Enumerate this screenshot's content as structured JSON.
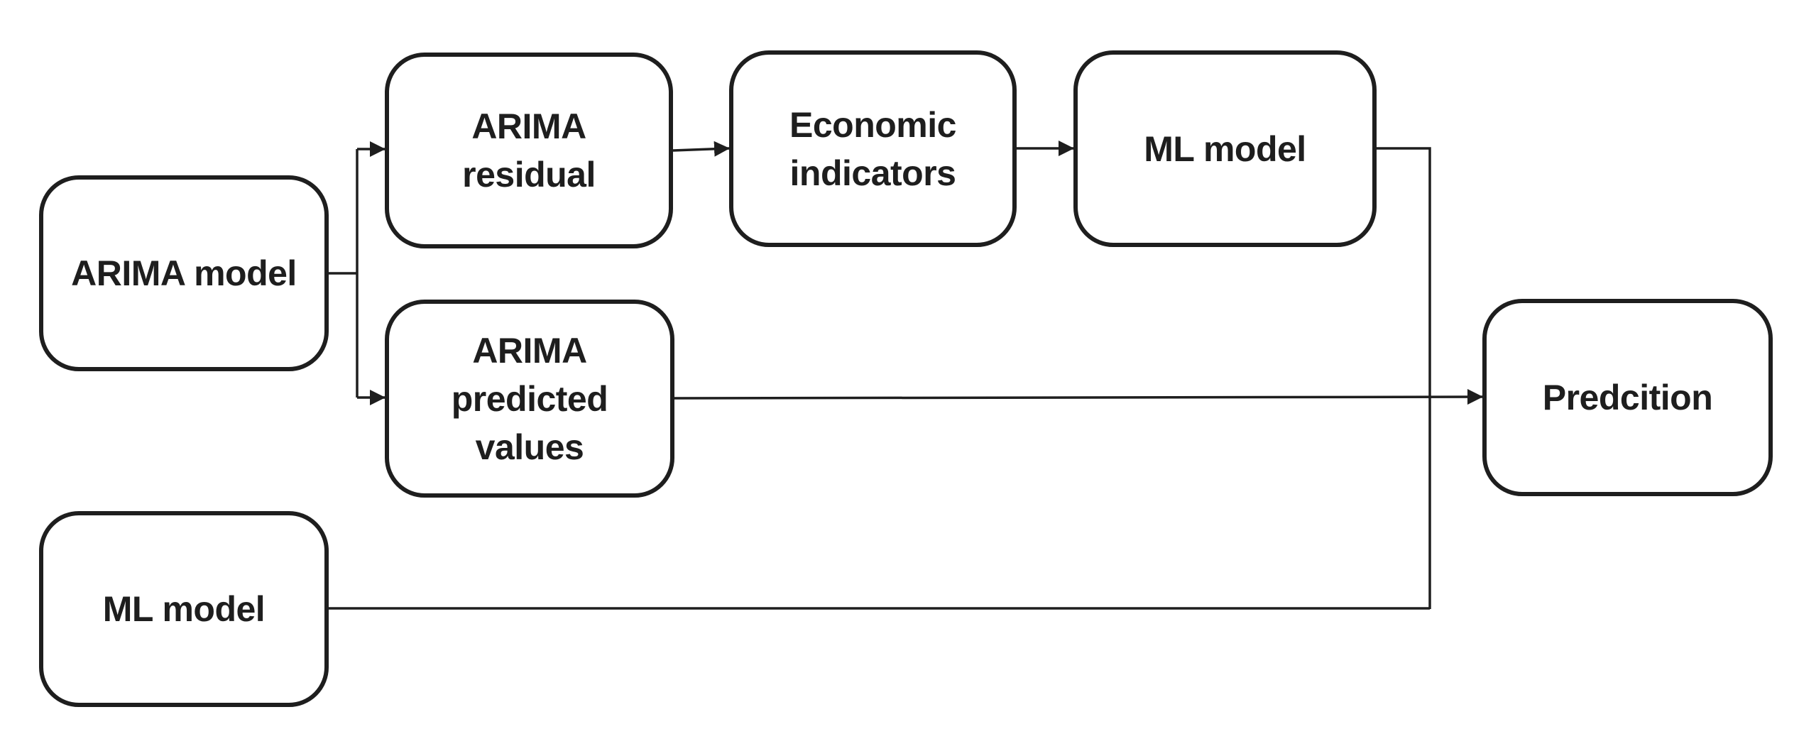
{
  "diagram": {
    "nodes": {
      "arima_model": "ARIMA model",
      "arima_residual": "ARIMA\nresidual",
      "economic_indicators": "Economic\nindicators",
      "ml_model_top": "ML model",
      "arima_predicted": "ARIMA\npredicted\nvalues",
      "ml_model_bottom": "ML model",
      "prediction": "Predcition"
    },
    "edges": [
      {
        "from": "arima_model",
        "to": "arima_residual"
      },
      {
        "from": "arima_model",
        "to": "arima_predicted"
      },
      {
        "from": "arima_residual",
        "to": "economic_indicators"
      },
      {
        "from": "economic_indicators",
        "to": "ml_model_top"
      },
      {
        "from": "ml_model_top",
        "to": "prediction"
      },
      {
        "from": "ml_model_bottom",
        "to": "prediction"
      },
      {
        "from": "arima_predicted",
        "to": "prediction"
      }
    ]
  }
}
